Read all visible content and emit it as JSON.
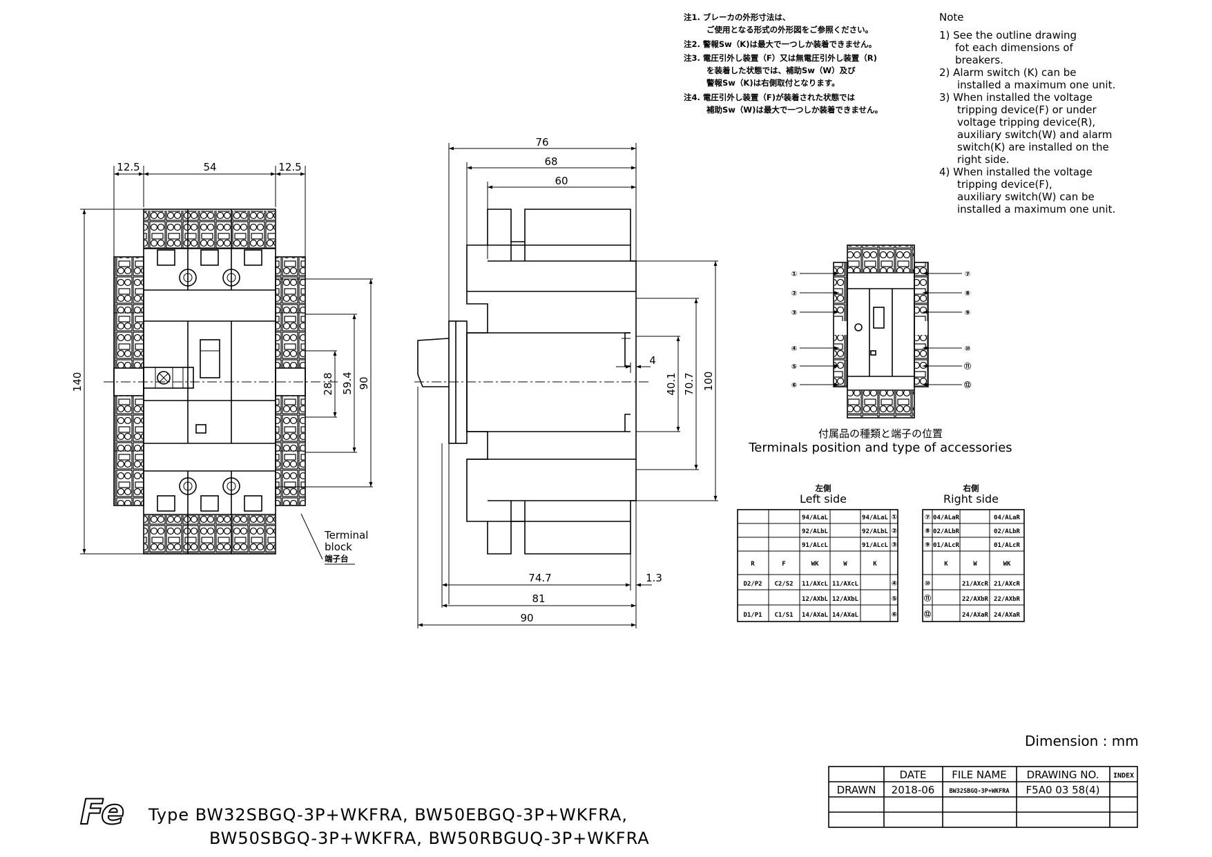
{
  "notes_jp": [
    "注1. ブレーカの外形寸法は、",
    "ご使用となる形式の外形図をご参照ください。",
    "注2. 警報Sw（K)は最大で一つしか装着できません。",
    "注3. 電圧引外し装置（F）又は無電圧引外し装置（R)",
    "を装着した状態では、補助Sw（W）及び",
    "警報Sw（K)は右側取付となります。",
    "注4. 電圧引外し装置（F)が装着された状態では",
    "補助Sw（W)は最大で一つしか装着できません。"
  ],
  "notes_en": {
    "heading": "Note",
    "lines": [
      "1) See the outline drawing",
      "fot each  dimensions of",
      "breakers.",
      "2) Alarm switch (K) can be",
      "installed a maximum one unit.",
      "3) When installed the voltage",
      "tripping device(F)  or under",
      "voltage tripping device(R),",
      "auxiliary switch(W) and alarm",
      "switch(K) are installed on the",
      "right side.",
      "4) When installed the voltage",
      "tripping device(F),",
      "auxiliary switch(W) can be",
      "installed a maximum one unit."
    ]
  },
  "front_view": {
    "dim_top_left": "12.5",
    "dim_top_mid": "54",
    "dim_top_right": "12.5",
    "dim_height": "140",
    "dim_28_8": "28.8",
    "dim_59_4": "59.4",
    "dim_90": "90",
    "terminal_label_1": "Terminal",
    "terminal_label_2": "block",
    "terminal_label_jp": "端子台"
  },
  "side_view": {
    "dim_76": "76",
    "dim_68": "68",
    "dim_60": "60",
    "dim_4": "4",
    "dim_40_1": "40.1",
    "dim_70_7": "70.7",
    "dim_100": "100",
    "dim_74_7": "74.7",
    "dim_1_3": "1.3",
    "dim_81": "81",
    "dim_90": "90"
  },
  "accessory_diagram": {
    "title_jp": "付属品の種類と端子の位置",
    "title_en": "Terminals position and type of accessories",
    "left_numbers": [
      "①",
      "②",
      "③",
      "④",
      "⑤",
      "⑥"
    ],
    "right_numbers": [
      "⑦",
      "⑧",
      "⑨",
      "⑩",
      "⑪",
      "⑫"
    ]
  },
  "left_table": {
    "title_jp": "左側",
    "title_en": "Left side",
    "rows_top": [
      [
        "",
        "",
        "94/ALaL",
        "",
        "94/ALaL",
        "①"
      ],
      [
        "",
        "",
        "92/ALbL",
        "",
        "92/ALbL",
        "②"
      ],
      [
        "",
        "",
        "91/ALcL",
        "",
        "91/ALcL",
        "③"
      ]
    ],
    "header": [
      "R",
      "F",
      "WK",
      "W",
      "K",
      ""
    ],
    "rows_bottom": [
      [
        "D2/P2",
        "C2/S2",
        "11/AXcL",
        "11/AXcL",
        "",
        "④"
      ],
      [
        "",
        "",
        "12/AXbL",
        "12/AXbL",
        "",
        "⑤"
      ],
      [
        "D1/P1",
        "C1/S1",
        "14/AXaL",
        "14/AXaL",
        "",
        "⑥"
      ]
    ]
  },
  "right_table": {
    "title_jp": "右側",
    "title_en": "Right side",
    "rows_top": [
      [
        "⑦",
        "04/ALaR",
        "",
        "04/ALaR"
      ],
      [
        "⑧",
        "02/ALbR",
        "",
        "02/ALbR"
      ],
      [
        "⑨",
        "01/ALcR",
        "",
        "01/ALcR"
      ]
    ],
    "header": [
      "",
      "K",
      "W",
      "WK"
    ],
    "rows_bottom": [
      [
        "⑩",
        "",
        "21/AXcR",
        "21/AXcR"
      ],
      [
        "⑪",
        "",
        "22/AXbR",
        "22/AXbR"
      ],
      [
        "⑫",
        "",
        "24/AXaR",
        "24/AXaR"
      ]
    ]
  },
  "dimension_unit": "Dimension : mm",
  "title_block": {
    "headers": [
      "",
      "DATE",
      "FILE NAME",
      "DRAWING NO.",
      "INDEX"
    ],
    "row_label": "DRAWN",
    "date": "2018-06",
    "file_name": "BW32SBGQ-3P+WKFRA",
    "drawing_no": "F5A0 03 58(4)",
    "index": ""
  },
  "logo": "Fe",
  "type_line_1": "Type  BW32SBGQ-3P+WKFRA, BW50EBGQ-3P+WKFRA,",
  "type_line_2": "BW50SBGQ-3P+WKFRA, BW50RBGUQ-3P+WKFRA"
}
